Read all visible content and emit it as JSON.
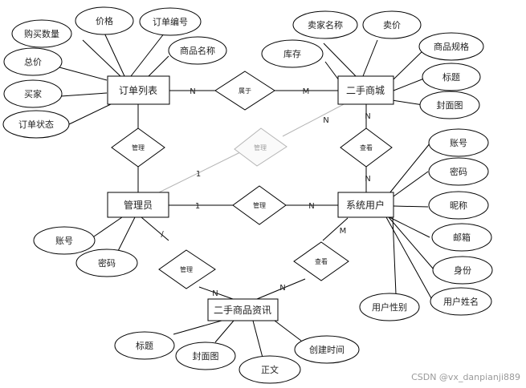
{
  "diagram": {
    "entities": [
      {
        "id": "order_list",
        "label": "订单列表"
      },
      {
        "id": "second_hand_mall",
        "label": "二手商城"
      },
      {
        "id": "admin",
        "label": "管理员"
      },
      {
        "id": "system_user",
        "label": "系统用户"
      },
      {
        "id": "second_hand_news",
        "label": "二手商品资讯"
      }
    ],
    "attributes": [
      {
        "entity": "order_list",
        "label": "购买数量"
      },
      {
        "entity": "order_list",
        "label": "价格"
      },
      {
        "entity": "order_list",
        "label": "订单编号"
      },
      {
        "entity": "order_list",
        "label": "商品名称"
      },
      {
        "entity": "order_list",
        "label": "总价"
      },
      {
        "entity": "order_list",
        "label": "买家"
      },
      {
        "entity": "order_list",
        "label": "订单状态"
      },
      {
        "entity": "second_hand_mall",
        "label": "卖家名称"
      },
      {
        "entity": "second_hand_mall",
        "label": "卖价"
      },
      {
        "entity": "second_hand_mall",
        "label": "库存"
      },
      {
        "entity": "second_hand_mall",
        "label": "商品规格"
      },
      {
        "entity": "second_hand_mall",
        "label": "标题"
      },
      {
        "entity": "second_hand_mall",
        "label": "封面图"
      },
      {
        "entity": "system_user",
        "label": "账号"
      },
      {
        "entity": "system_user",
        "label": "密码"
      },
      {
        "entity": "system_user",
        "label": "昵称"
      },
      {
        "entity": "system_user",
        "label": "邮箱"
      },
      {
        "entity": "system_user",
        "label": "身份"
      },
      {
        "entity": "system_user",
        "label": "用户姓名"
      },
      {
        "entity": "system_user",
        "label": "用户性别"
      },
      {
        "entity": "admin",
        "label": "账号"
      },
      {
        "entity": "admin",
        "label": "密码"
      },
      {
        "entity": "second_hand_news",
        "label": "标题"
      },
      {
        "entity": "second_hand_news",
        "label": "封面图"
      },
      {
        "entity": "second_hand_news",
        "label": "正文"
      },
      {
        "entity": "second_hand_news",
        "label": "创建时间"
      }
    ],
    "relationships": [
      {
        "label": "属于",
        "from": "order_list",
        "to": "second_hand_mall",
        "from_card": "N",
        "to_card": "M"
      },
      {
        "label": "管理",
        "from": "order_list",
        "to": "admin",
        "from_card": "",
        "to_card": ""
      },
      {
        "label": "管理",
        "from": "admin",
        "to": "second_hand_mall",
        "from_card": "1",
        "to_card": "N"
      },
      {
        "label": "管理",
        "from": "admin",
        "to": "system_user",
        "from_card": "1",
        "to_card": "N"
      },
      {
        "label": "查看",
        "from": "system_user",
        "to": "second_hand_mall",
        "from_card": "N",
        "to_card": "N"
      },
      {
        "label": "管理",
        "from": "admin",
        "to": "second_hand_news",
        "from_card": "/",
        "to_card": "N"
      },
      {
        "label": "查看",
        "from": "system_user",
        "to": "second_hand_news",
        "from_card": "M",
        "to_card": "N"
      }
    ],
    "watermark": "CSDN @vx_danpianji889",
    "colors": {
      "stroke": "#000000",
      "fill": "#ffffff",
      "faded": "#b5b5b5",
      "text": "#222222"
    }
  }
}
